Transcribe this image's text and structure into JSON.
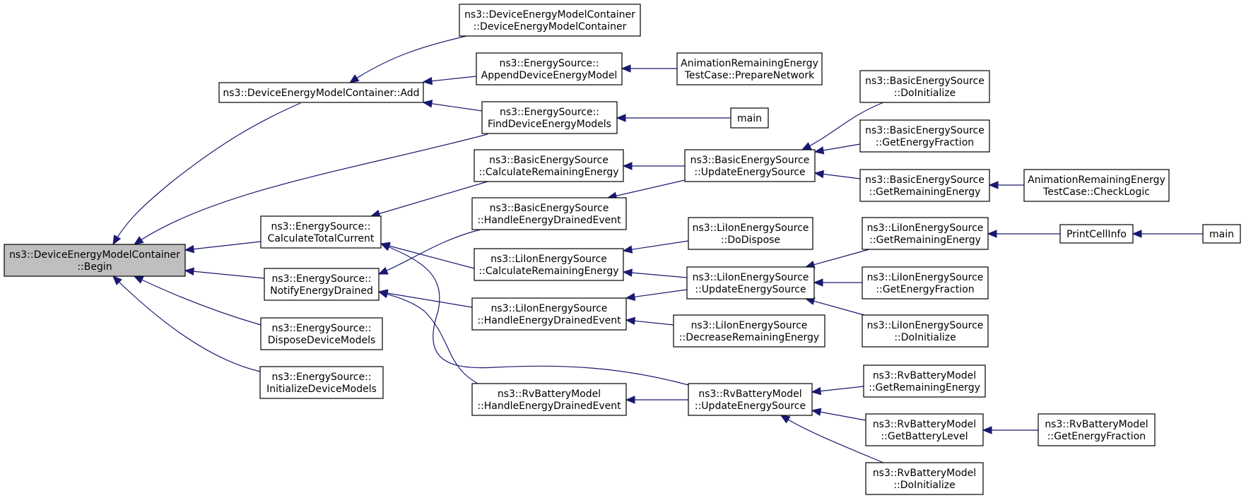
{
  "colors": {
    "node_fill": "#ffffff",
    "root_fill": "#bfbfbf",
    "border": "#000000",
    "edge": "#191970"
  },
  "nodes": {
    "root": [
      "ns3::DeviceEnergyModelContainer",
      "::Begin"
    ],
    "container_add": [
      "ns3::DeviceEnergyModelContainer::Add"
    ],
    "container_ctor": [
      "ns3::DeviceEnergyModelContainer",
      "::DeviceEnergyModelContainer"
    ],
    "append_model": [
      "ns3::EnergySource::",
      "AppendDeviceEnergyModel"
    ],
    "find_models": [
      "ns3::EnergySource::",
      "FindDeviceEnergyModels"
    ],
    "prepare_network": [
      "AnimationRemainingEnergy",
      "TestCase::PrepareNetwork"
    ],
    "main_top": [
      "main"
    ],
    "calc_total_current": [
      "ns3::EnergySource::",
      "CalculateTotalCurrent"
    ],
    "notify_drained": [
      "ns3::EnergySource::",
      "NotifyEnergyDrained"
    ],
    "dispose_models": [
      "ns3::EnergySource::",
      "DisposeDeviceModels"
    ],
    "init_models": [
      "ns3::EnergySource::",
      "InitializeDeviceModels"
    ],
    "basic_calc_remaining": [
      "ns3::BasicEnergySource",
      "::CalculateRemainingEnergy"
    ],
    "basic_handle_drained": [
      "ns3::BasicEnergySource",
      "::HandleEnergyDrainedEvent"
    ],
    "liion_calc_remaining": [
      "ns3::LiIonEnergySource",
      "::CalculateRemainingEnergy"
    ],
    "liion_handle_drained": [
      "ns3::LiIonEnergySource",
      "::HandleEnergyDrainedEvent"
    ],
    "rv_handle_drained": [
      "ns3::RvBatteryModel",
      "::HandleEnergyDrainedEvent"
    ],
    "basic_update": [
      "ns3::BasicEnergySource",
      "::UpdateEnergySource"
    ],
    "liion_dispose": [
      "ns3::LiIonEnergySource",
      "::DoDispose"
    ],
    "liion_update": [
      "ns3::LiIonEnergySource",
      "::UpdateEnergySource"
    ],
    "liion_decrease": [
      "ns3::LiIonEnergySource",
      "::DecreaseRemainingEnergy"
    ],
    "rv_update": [
      "ns3::RvBatteryModel",
      "::UpdateEnergySource"
    ],
    "basic_doinit": [
      "ns3::BasicEnergySource",
      "::DoInitialize"
    ],
    "basic_get_fraction": [
      "ns3::BasicEnergySource",
      "::GetEnergyFraction"
    ],
    "basic_get_remaining": [
      "ns3::BasicEnergySource",
      "::GetRemainingEnergy"
    ],
    "check_logic": [
      "AnimationRemainingEnergy",
      "TestCase::CheckLogic"
    ],
    "liion_get_remaining": [
      "ns3::LiIonEnergySource",
      "::GetRemainingEnergy"
    ],
    "liion_get_fraction": [
      "ns3::LiIonEnergySource",
      "::GetEnergyFraction"
    ],
    "liion_doinit": [
      "ns3::LiIonEnergySource",
      "::DoInitialize"
    ],
    "print_cell_info": [
      "PrintCellInfo"
    ],
    "main_right": [
      "main"
    ],
    "rv_get_remaining": [
      "ns3::RvBatteryModel",
      "::GetRemainingEnergy"
    ],
    "rv_get_battery_level": [
      "ns3::RvBatteryModel",
      "::GetBatteryLevel"
    ],
    "rv_get_fraction": [
      "ns3::RvBatteryModel",
      "::GetEnergyFraction"
    ],
    "rv_doinit": [
      "ns3::RvBatteryModel",
      "::DoInitialize"
    ]
  }
}
